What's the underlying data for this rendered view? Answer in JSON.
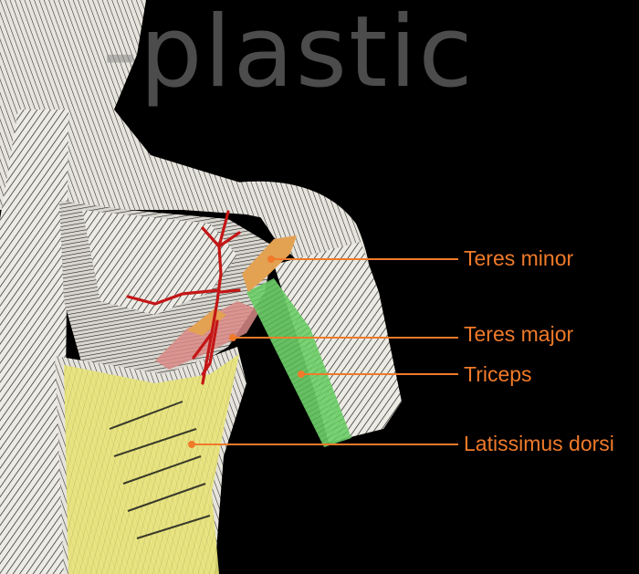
{
  "watermark": {
    "text": "-plastic"
  },
  "labels": {
    "teres_minor": "Teres minor",
    "teres_major": "Teres major",
    "triceps": "Triceps",
    "latissimus_dorsi": "Latissimus dorsi"
  },
  "colors": {
    "background": "#000000",
    "label": "#f07a2a",
    "leader": "#f07a2a",
    "teres_minor": "#e3a152",
    "teres_major": "#d98a86",
    "triceps": "#6fd06a",
    "latissimus_dorsi": "#e8e47a",
    "artery": "#c41616",
    "sketch": "#f0eee6",
    "ink": "#1a1a1a"
  }
}
